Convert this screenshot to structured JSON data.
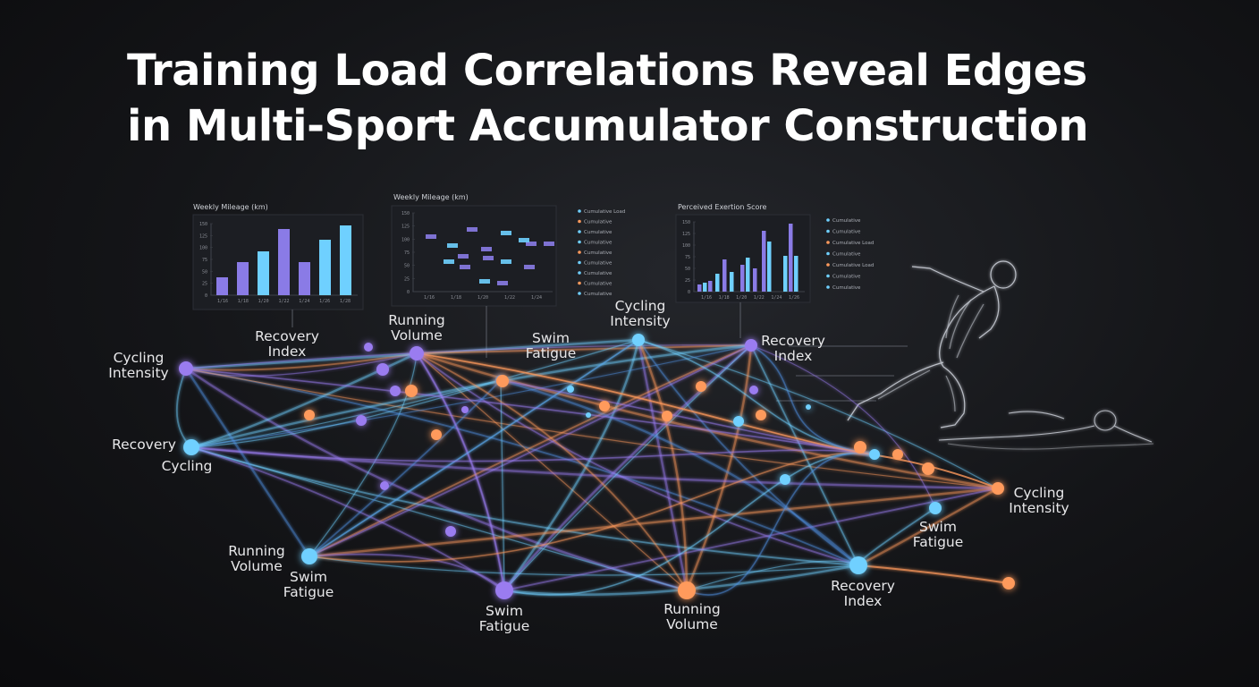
{
  "title": {
    "line1": "Training Load Correlations Reveal Edges",
    "line2": "in Multi-Sport Accumulator Construction"
  },
  "colors": {
    "purple": "#9a7cf0",
    "cyan": "#6fd0ff",
    "orange": "#ff9a5c",
    "blue": "#4f8fe0"
  },
  "panels": {
    "bar_chart": {
      "title": "Weekly Mileage (km)",
      "y_ticks": [
        "150",
        "125",
        "100",
        "75",
        "50",
        "25",
        "0"
      ],
      "x_ticks": [
        "1/16",
        "1/18",
        "1/20",
        "1/22",
        "1/24",
        "1/26",
        "1/28"
      ]
    },
    "scatter_chart": {
      "title": "Weekly Mileage (km)",
      "y_ticks": [
        "150",
        "125",
        "100",
        "75",
        "50",
        "25",
        "0"
      ],
      "x_ticks": [
        "1/16",
        "1/18",
        "1/20",
        "1/22",
        "1/24"
      ],
      "legend": [
        "Cumulative Load",
        "Cumulative",
        "Cumulative",
        "Cumulative",
        "Cumulative",
        "Cumulative",
        "Cumulative",
        "Cumulative",
        "Cumulative"
      ]
    },
    "exertion_chart": {
      "title": "Perceived Exertion Score",
      "y_ticks": [
        "150",
        "125",
        "100",
        "75",
        "50",
        "25",
        "0"
      ],
      "x_ticks": [
        "1/16",
        "1/18",
        "1/20",
        "1/22",
        "1/24",
        "1/26"
      ],
      "legend": [
        "Cumulative",
        "Cumulative",
        "Cumulative Load",
        "Cumulative",
        "Cumulative Load",
        "Cumulative",
        "Cumulative"
      ]
    }
  },
  "nodes": [
    {
      "label1": "Cycling",
      "label2": "Intensity",
      "color": "purple"
    },
    {
      "label1": "Recovery",
      "label2": "Index",
      "color": "purple"
    },
    {
      "label1": "Running",
      "label2": "Volume",
      "color": "purple"
    },
    {
      "label1": "Swim",
      "label2": "Fatigue",
      "color": "blue"
    },
    {
      "label1": "Cycling",
      "label2": "Intensity",
      "color": "cyan"
    },
    {
      "label1": "Recovery",
      "label2": "Index",
      "color": "purple"
    },
    {
      "label1": "Recovery",
      "label2": "",
      "color": "cyan"
    },
    {
      "label1": "Cycling",
      "label2": "",
      "color": "cyan"
    },
    {
      "label1": "Running",
      "label2": "Volume",
      "color": "cyan"
    },
    {
      "label1": "Swim",
      "label2": "Fatigue",
      "color": "cyan"
    },
    {
      "label1": "Swim",
      "label2": "Fatigue",
      "color": "purple"
    },
    {
      "label1": "Running",
      "label2": "Volume",
      "color": "orange"
    },
    {
      "label1": "Recovery",
      "label2": "Index",
      "color": "cyan"
    },
    {
      "label1": "Swim",
      "label2": "Fatigue",
      "color": "cyan"
    },
    {
      "label1": "Cycling",
      "label2": "Intensity",
      "color": "orange"
    }
  ]
}
